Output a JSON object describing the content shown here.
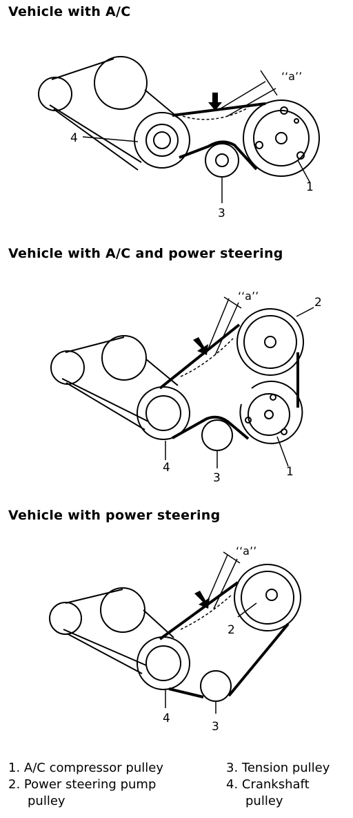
{
  "titles": {
    "ac": "Vehicle with A/C",
    "ac_ps": "Vehicle with A/C and power steering",
    "ps": "Vehicle with power steering"
  },
  "callouts": {
    "one": "1",
    "two": "2",
    "three": "3",
    "four": "4",
    "a": "‘‘a’’"
  },
  "legend": {
    "item1": "1. A/C compressor pulley",
    "item2_line1": "2. Power steering pump",
    "item2_line2": "pulley",
    "item3": "3. Tension pulley",
    "item4_line1": "4. Crankshaft",
    "item4_line2": "pulley"
  }
}
